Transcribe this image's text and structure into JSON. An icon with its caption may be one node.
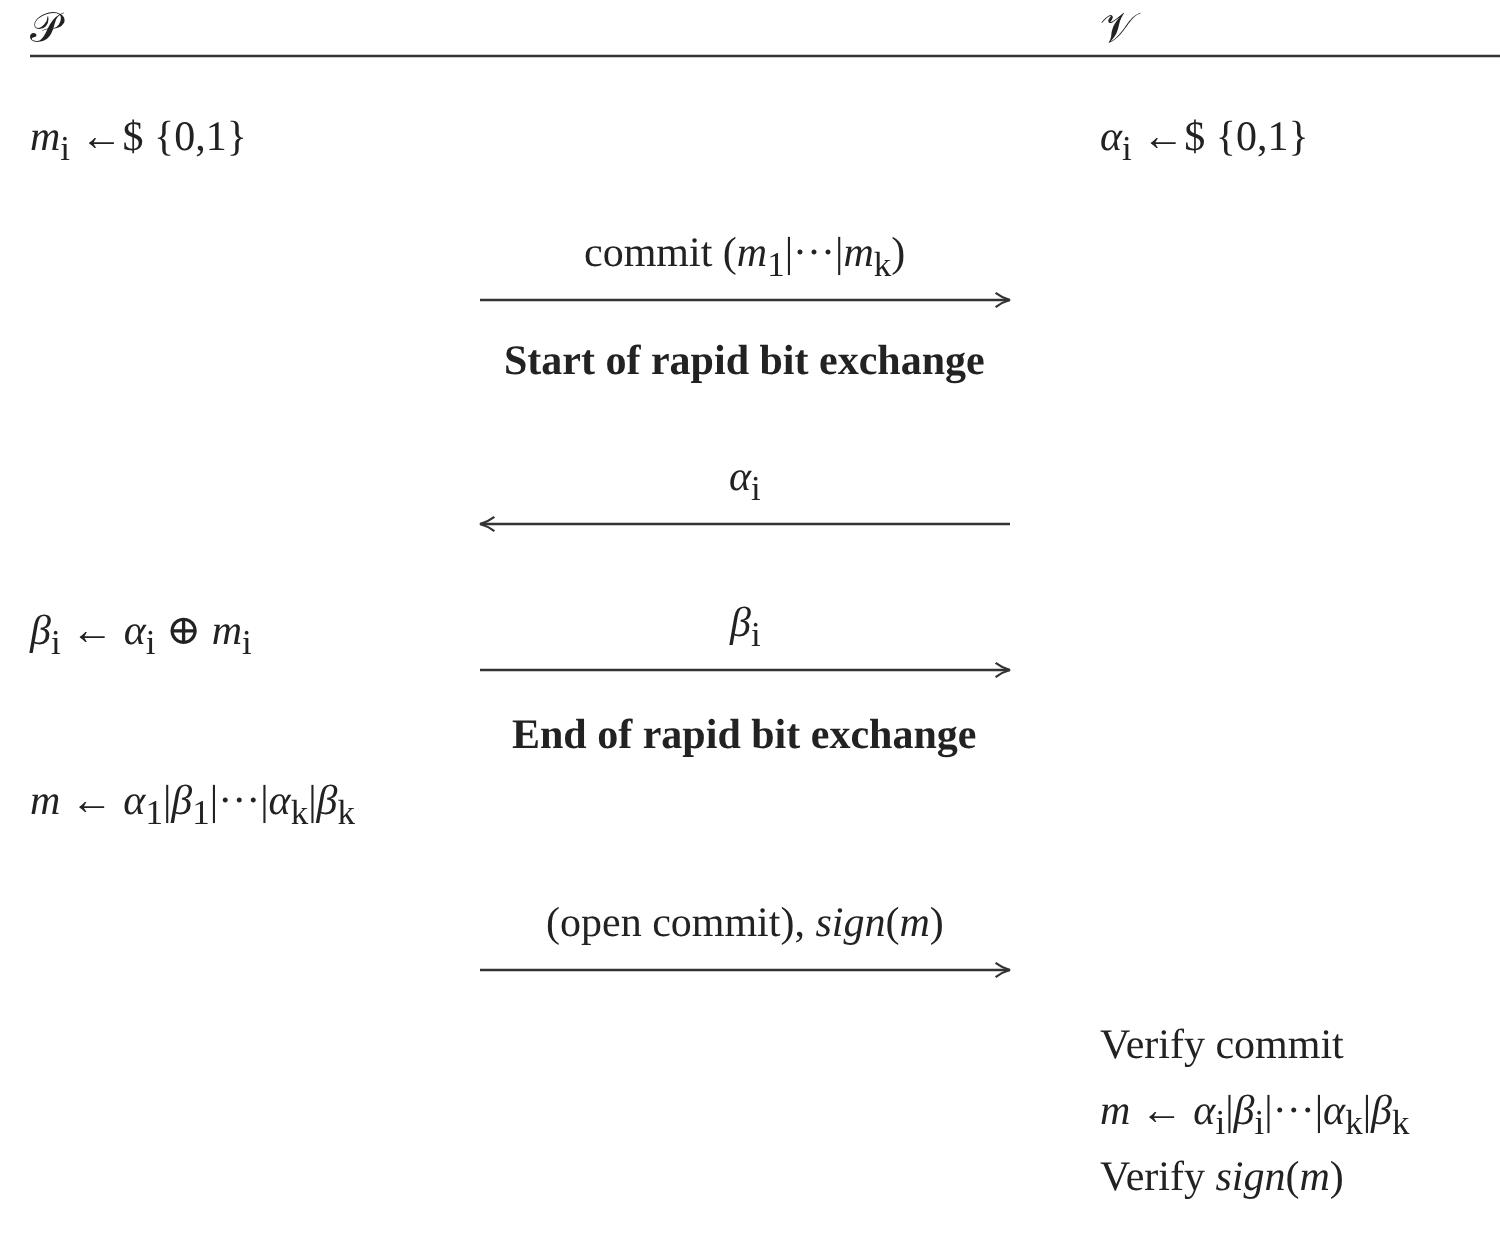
{
  "diagram": {
    "labels": [
      "𝒫",
      "𝒱",
      "*m*$_{i}$ ←$ {0,1}",
      "*α*$_{i}$ ←$ {0,1}",
      "commit (*m*$_{1}$|···|*m*$_{k}$)",
      "Start of rapid bit exchange",
      "*α*$_{i}$",
      "*β*$_{i}$ ← *α*$_{i}$ ⊕ *m*$_{i}$",
      "*β*$_{i}$",
      "End of rapid bit exchange",
      "*m* ← *α*$_{1}$|*β*$_{1}$|···|*α*$_{k}$|*β*$_{k}$",
      "(open commit), *sign*(*m*)",
      "Verify commit",
      "*m* ← *α*$_{i}$|*β*$_{i}$|···|*α*$_{k}$|*β*$_{k}$",
      "Verify *sign*(*m*)"
    ]
  }
}
